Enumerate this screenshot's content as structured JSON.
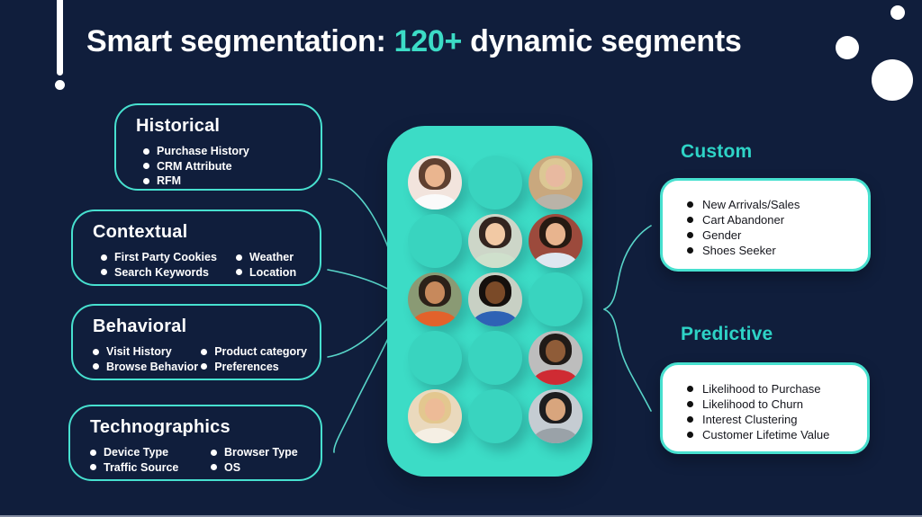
{
  "title": {
    "text_before": "Smart segmentation: ",
    "highlight": "120+",
    "text_after": " dynamic segments"
  },
  "colors": {
    "background": "#101e3c",
    "accent_teal": "#3cdcc6",
    "box_border_teal": "#47e0cf",
    "section_heading_teal": "#2ed3c6",
    "connector_teal": "#58d5c9",
    "card_background": "#ffffff",
    "card_text": "#15161d",
    "title_text": "#ffffff",
    "empty_slot_teal": "#39d4bf"
  },
  "left_boxes": [
    {
      "title": "Historical",
      "columns": [
        [
          "Purchase History",
          "CRM Attribute",
          "RFM"
        ]
      ]
    },
    {
      "title": "Contextual",
      "columns": [
        [
          "First Party Cookies",
          "Search Keywords"
        ],
        [
          "Weather",
          "Location"
        ]
      ]
    },
    {
      "title": "Behavioral",
      "columns": [
        [
          "Visit History",
          "Browse Behavior"
        ],
        [
          "Product category",
          "Preferences"
        ]
      ]
    },
    {
      "title": "Technographics",
      "columns": [
        [
          "Device Type",
          "Traffic Source"
        ],
        [
          "Browser Type",
          "OS"
        ]
      ]
    }
  ],
  "right_sections": [
    {
      "title": "Custom",
      "items": [
        "New Arrivals/Sales",
        "Cart Abandoner",
        "Gender",
        "Shoes Seeker"
      ]
    },
    {
      "title": "Predictive",
      "items": [
        "Likelihood to Purchase",
        "Likelihood to Churn",
        "Interest Clustering",
        "Customer Lifetime Value"
      ]
    }
  ],
  "audience_panel": {
    "grid": [
      {
        "type": "avatar",
        "desc": "woman with long brown hair",
        "bg": "#f2e4dd",
        "hair": "#5f4030",
        "skin": "#eab58f",
        "shirt": "#fafafa"
      },
      {
        "type": "empty"
      },
      {
        "type": "avatar",
        "desc": "blonde woman smiling",
        "bg": "#c9a87e",
        "hair": "#dcc794",
        "skin": "#e8b9a0",
        "shirt": "#b9b3a8"
      },
      {
        "type": "empty"
      },
      {
        "type": "avatar",
        "desc": "asian woman with dark bob",
        "bg": "#cdd6c8",
        "hair": "#33251f",
        "skin": "#f2c9a4",
        "shirt": "#cfe0cc"
      },
      {
        "type": "avatar",
        "desc": "young man in plaid shirt",
        "bg": "#9c4a3c",
        "hair": "#261a12",
        "skin": "#e8b48e",
        "shirt": "#dfe7f0"
      },
      {
        "type": "avatar",
        "desc": "laughing bearded man in orange",
        "bg": "#8a9a74",
        "hair": "#2c2119",
        "skin": "#c7895c",
        "shirt": "#e2622b"
      },
      {
        "type": "avatar",
        "desc": "smiling man in blue jacket",
        "bg": "#c8d0c4",
        "hair": "#15100d",
        "skin": "#7a4a28",
        "shirt": "#2e62b5"
      },
      {
        "type": "empty"
      },
      {
        "type": "empty"
      },
      {
        "type": "empty"
      },
      {
        "type": "avatar",
        "desc": "woman with curly afro in red",
        "bg": "#bdbdbd",
        "hair": "#201a17",
        "skin": "#8f5c38",
        "shirt": "#cf2b33"
      },
      {
        "type": "avatar",
        "desc": "blonde woman with hand on cheek",
        "bg": "#ead9bd",
        "hair": "#e3c78f",
        "skin": "#edbb97",
        "shirt": "#f5efe4"
      },
      {
        "type": "empty"
      },
      {
        "type": "avatar",
        "desc": "man in black beanie and grey hoodie",
        "bg": "#c5ccd2",
        "hair": "#1d1d1f",
        "skin": "#d8a57d",
        "shirt": "#9aa2a8"
      }
    ]
  }
}
